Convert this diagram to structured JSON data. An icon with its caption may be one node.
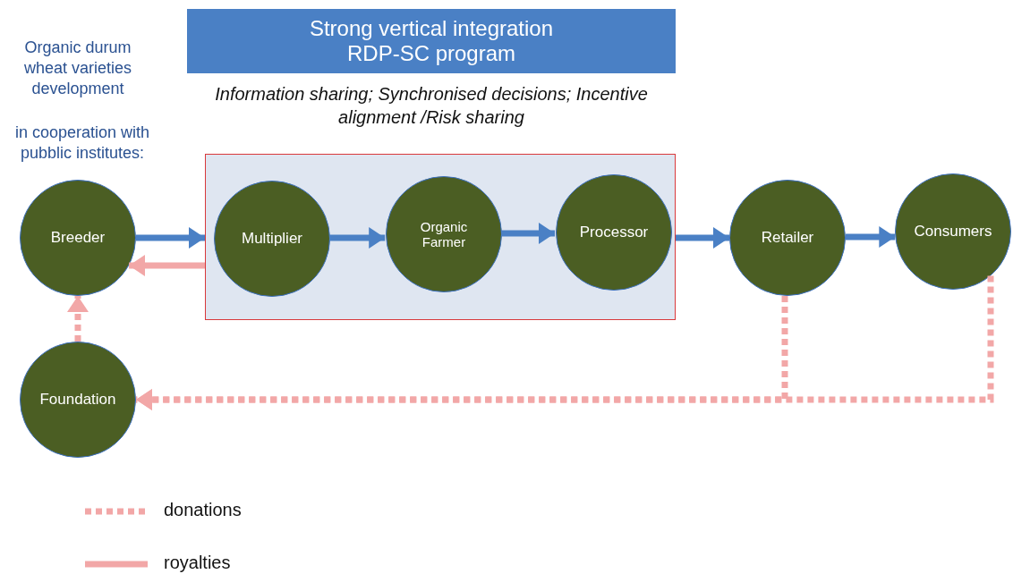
{
  "diagram": {
    "nodes": [
      {
        "text": [
          "Strong vertical integration RDP-SC program"
        ]
      },
      {
        "text": [],
        "shape": "box"
      },
      {
        "text": [
          "Breeder"
        ]
      },
      {
        "text": [
          "Multiplier"
        ],
        "in": 1
      },
      {
        "text": [
          "Organic Farmer"
        ],
        "in": 1
      },
      {
        "text": [
          "Processor"
        ],
        "in": 1
      },
      {
        "text": [
          "Retailer"
        ]
      },
      {
        "text": [
          "Consumers"
        ]
      },
      {
        "text": [
          "Foundation"
        ]
      }
    ],
    "edges": [
      {
        "from": 2,
        "to": 1,
        "arrow": "to",
        "color": "#4a80c5"
      },
      {
        "from": 1,
        "to": 2,
        "arrow": "to",
        "color": "#f2a7a7"
      },
      {
        "from": 3,
        "to": 4,
        "arrow": "to",
        "color": "#4a80c5"
      },
      {
        "from": 4,
        "to": 5,
        "arrow": "to",
        "color": "#4a80c5"
      },
      {
        "from": 1,
        "to": 6,
        "arrow": "to",
        "color": "#4a80c5"
      },
      {
        "from": 6,
        "to": 7,
        "arrow": "to",
        "color": "#4a80c5"
      },
      {
        "from": 6,
        "to": 8,
        "arrow": "to",
        "style": "dashed",
        "color": "#f2a7a7"
      },
      {
        "from": 7,
        "to": 8,
        "arrow": "to",
        "style": "dashed",
        "color": "#f2a7a7"
      },
      {
        "from": 8,
        "to": 2,
        "arrow": "to",
        "style": "dashed",
        "color": "#f2a7a7"
      }
    ],
    "labels": [
      "Information sharing; Synchronised decisions; Incentive alignment /Risk sharing",
      "Organic durum wheat varieties development",
      "in cooperation with pubblic institutes:"
    ],
    "legend": [
      {
        "text": "donations"
      },
      {
        "text": "royalties"
      }
    ]
  }
}
